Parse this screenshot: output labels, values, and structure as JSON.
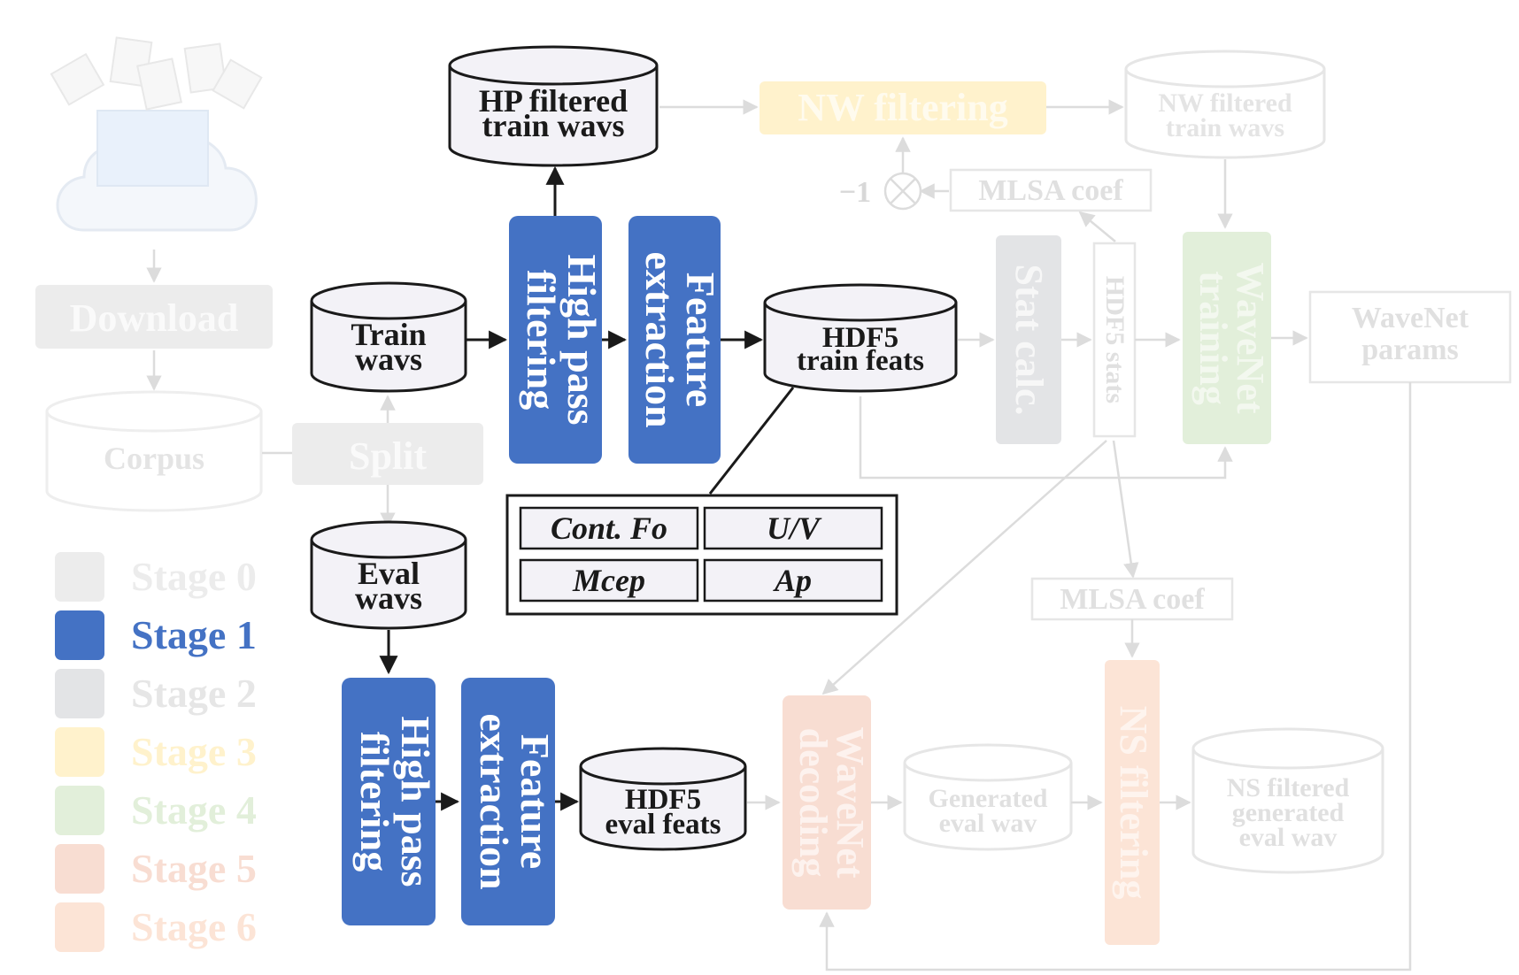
{
  "colors": {
    "stage0": "#ececec",
    "stage1": "#4472c4",
    "stage2": "#e3e4e6",
    "stage3": "#fff2cc",
    "stage4": "#e2efda",
    "stage5": "#f8ddd2",
    "stage6": "#fce4d6",
    "dark": "#1a1a1a",
    "faded": "#e6e6e6",
    "faded_text": "#eeeeee"
  },
  "legend": [
    {
      "label": "Stage 0"
    },
    {
      "label": "Stage 1"
    },
    {
      "label": "Stage 2"
    },
    {
      "label": "Stage 3"
    },
    {
      "label": "Stage 4"
    },
    {
      "label": "Stage 5"
    },
    {
      "label": "Stage 6"
    }
  ],
  "nodes": {
    "download": "Download",
    "corpus": "Corpus",
    "split": "Split",
    "train_wavs": [
      "Train",
      "wavs"
    ],
    "eval_wavs": [
      "Eval",
      "wavs"
    ],
    "hp_filtering_train": [
      "High pass",
      "filtering"
    ],
    "feature_extraction_train": [
      "Feature",
      "extraction"
    ],
    "hp_filtered_train_wavs": [
      "HP filtered",
      "train wavs"
    ],
    "hdf5_train_feats": [
      "HDF5",
      "train feats"
    ],
    "hp_filtering_eval": [
      "High pass",
      "filtering"
    ],
    "feature_extraction_eval": [
      "Feature",
      "extraction"
    ],
    "hdf5_eval_feats": [
      "HDF5",
      "eval feats"
    ],
    "nw_filtering": "NW filtering",
    "nw_filtered_train_wavs": [
      "NW filtered",
      "train wavs"
    ],
    "minus_one": "−1",
    "mlsa_coef_top": "MLSA coef",
    "stat_calc": "Stat calc.",
    "hdf5_stats": "HDF5 stats",
    "wavenet_training": [
      "WaveNet",
      "training"
    ],
    "wavenet_params": [
      "WaveNet",
      "params"
    ],
    "mlsa_coef_bottom": "MLSA coef",
    "wavenet_decoding": [
      "WaveNet",
      "decoding"
    ],
    "generated_eval_wav": [
      "Generated",
      "eval wav"
    ],
    "ns_filtering": "NS filtering",
    "ns_filtered_wav": [
      "NS filtered",
      "generated",
      "eval wav"
    ]
  },
  "features": [
    "Cont. Fo",
    "U/V",
    "Mcep",
    "Ap"
  ]
}
